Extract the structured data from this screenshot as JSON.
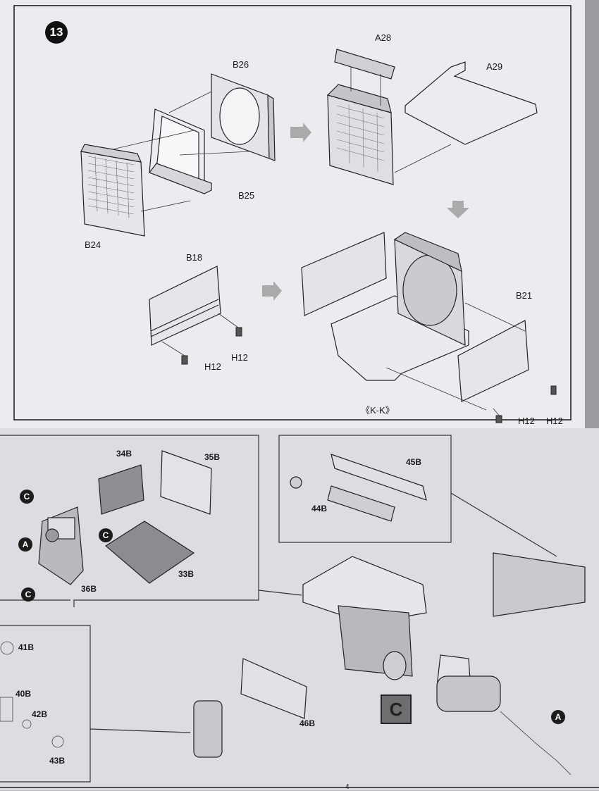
{
  "step": {
    "number": "13"
  },
  "top_labels": {
    "B26": "B26",
    "A28": "A28",
    "A29": "A29",
    "B25": "B25",
    "B24": "B24",
    "B18": "B18",
    "B21": "B21",
    "H12_a": "H12",
    "H12_b": "H12",
    "H12_c": "H12",
    "H12_d": "H12",
    "section": "《K-K》"
  },
  "bottom_labels": {
    "p34": "34B",
    "p35": "35B",
    "p36": "36B",
    "p33": "33B",
    "p45": "45B",
    "p44": "44B",
    "p41": "41B",
    "p40": "40B",
    "p42": "42B",
    "p43": "43B",
    "p46": "46B"
  },
  "refs": {
    "C1": "C",
    "A1": "A",
    "C2": "C",
    "C3": "C",
    "A2": "A"
  },
  "assembly_box": "C",
  "page_number": "4"
}
